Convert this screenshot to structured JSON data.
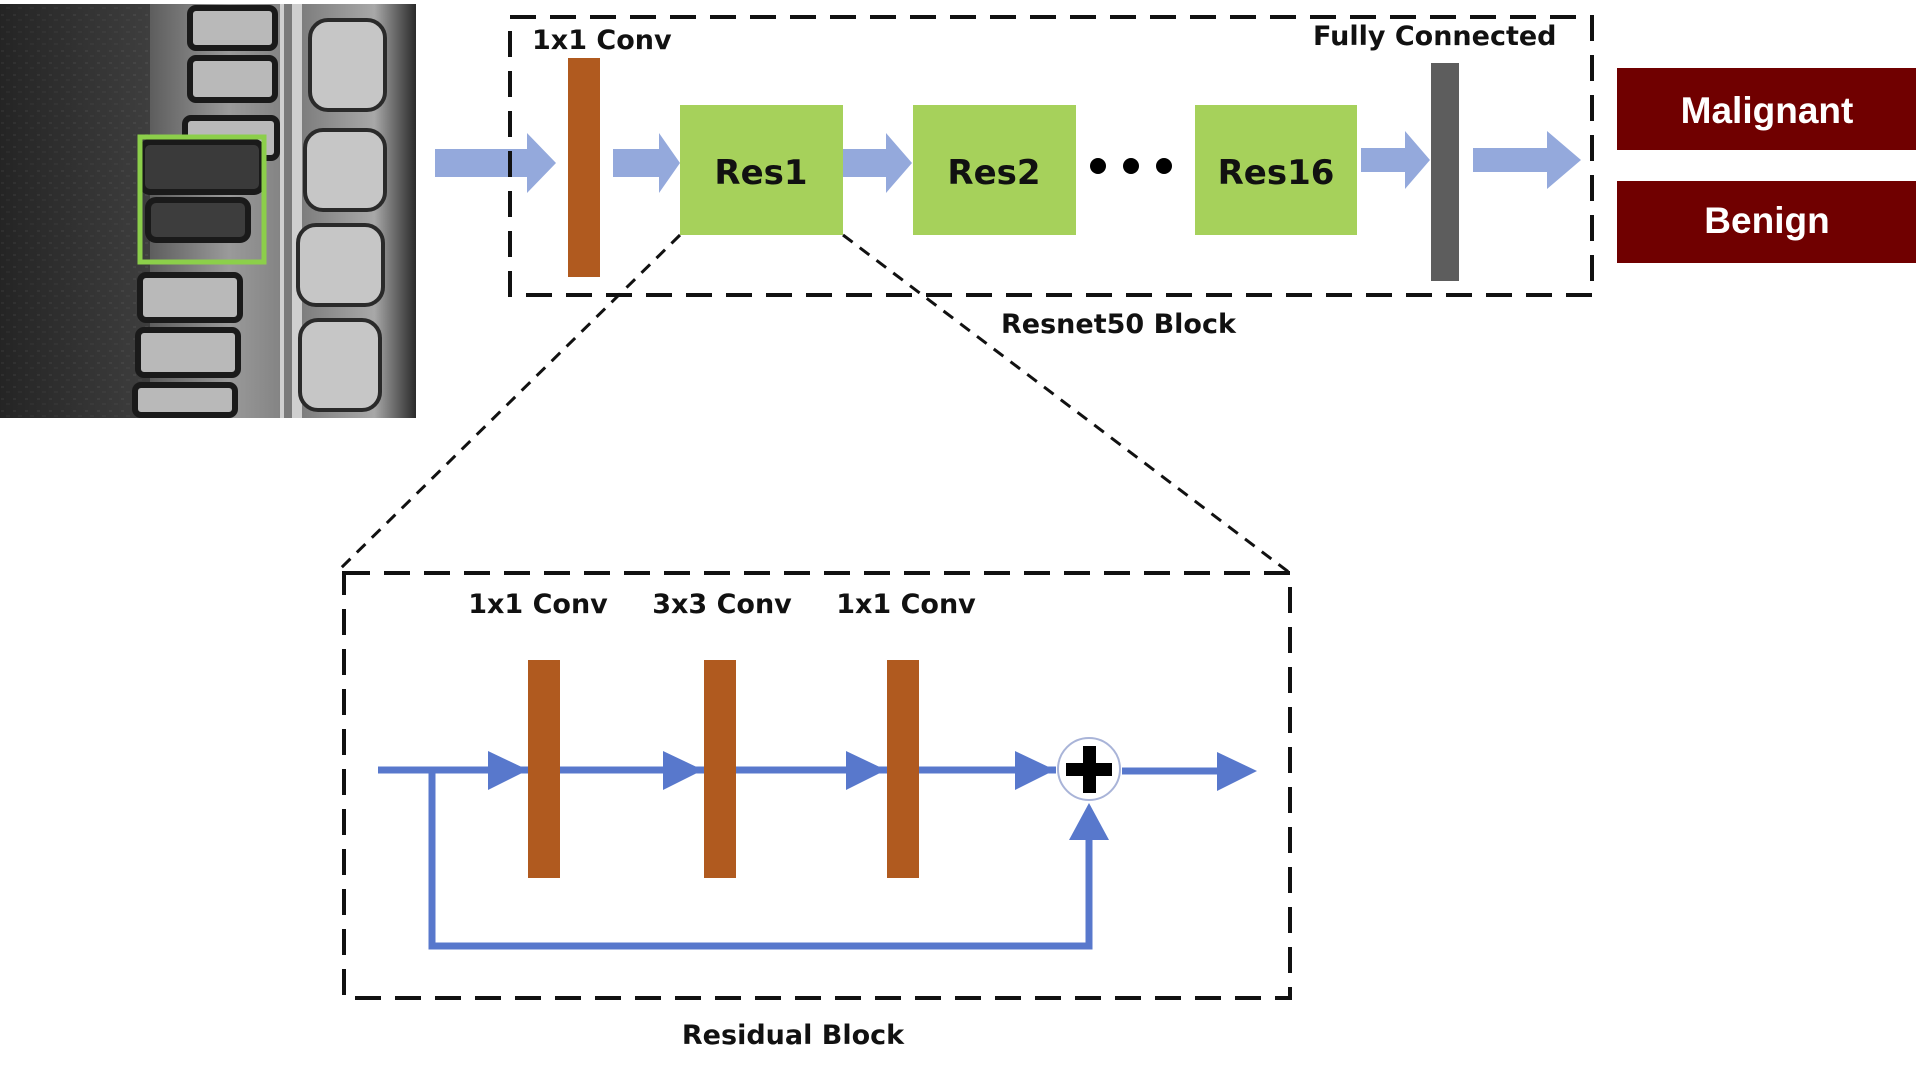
{
  "colors": {
    "conv": "#b05a1f",
    "res_block": "#a6d15b",
    "fc": "#5d5d5d",
    "flow_arrow": "#94a9dc",
    "inner_arrow": "#5878cc",
    "output_box": "#700000",
    "roi_box": "#8ccf4a",
    "dashed": "#111111"
  },
  "input": {
    "image_icon": "spine-mri-image",
    "roi_icon": "region-of-interest-box"
  },
  "resnet_block": {
    "title": "Resnet50 Block",
    "conv_label": "1x1 Conv",
    "fc_label": "Fully Connected",
    "res_blocks": [
      "Res1",
      "Res2",
      "Res16"
    ],
    "ellipsis_icon": "ellipsis-dots"
  },
  "outputs": [
    "Malignant",
    "Benign"
  ],
  "residual_block": {
    "title": "Residual Block",
    "conv_labels": [
      "1x1 Conv",
      "3x3 Conv",
      "1x1 Conv"
    ],
    "add_icon": "plus-icon"
  }
}
